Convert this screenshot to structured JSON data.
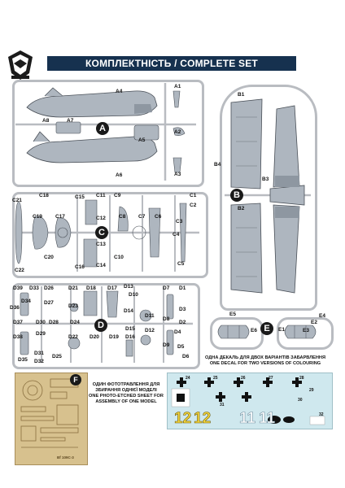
{
  "header": {
    "title": "КОМПЛЕКТНІСТЬ / COMPLETE SET"
  },
  "sprue_a": {
    "badge": "A",
    "labels": [
      "A1",
      "A2",
      "A3",
      "A4",
      "A5",
      "A6",
      "A7",
      "A8"
    ]
  },
  "sprue_b": {
    "badge": "B",
    "labels": [
      "B1",
      "B2",
      "B3",
      "B4"
    ]
  },
  "sprue_c": {
    "badge": "C",
    "labels": [
      "C1",
      "C2",
      "C3",
      "C4",
      "C5",
      "C6",
      "C7",
      "C8",
      "C9",
      "C10",
      "C11",
      "C12",
      "C13",
      "C14",
      "C15",
      "C16",
      "C17",
      "C18",
      "C19",
      "C20",
      "C21",
      "C22"
    ]
  },
  "sprue_d": {
    "badge": "D",
    "labels": [
      "D1",
      "D2",
      "D3",
      "D4",
      "D5",
      "D6",
      "D7",
      "D8",
      "D9",
      "D10",
      "D11",
      "D12",
      "D13",
      "D14",
      "D15",
      "D16",
      "D17",
      "D18",
      "D19",
      "D20",
      "D21",
      "D22",
      "D23",
      "D24",
      "D25",
      "D26",
      "D27",
      "D28",
      "D29",
      "D30",
      "D31",
      "D32",
      "D33",
      "D34",
      "D35",
      "D36",
      "D37",
      "D38",
      "D39"
    ]
  },
  "sprue_e": {
    "badge": "E",
    "labels": [
      "E1",
      "E2",
      "E3",
      "E4",
      "E5",
      "E6"
    ]
  },
  "decal_sheet": {
    "caption_ua": "ОДНА ДЕКАЛЬ ДЛЯ ДВОХ ВАРІАНТІВ ЗАБАРВЛЕННЯ",
    "caption_en": "ONE DECAL FOR TWO VERSIONS OF COLOURING",
    "numbers": [
      "12",
      "12",
      "11",
      "11"
    ],
    "small_numbers": [
      "24",
      "25",
      "26",
      "27",
      "28",
      "29",
      "30",
      "31",
      "32"
    ]
  },
  "photo_etch": {
    "badge": "F",
    "caption_ua_1": "ОДИН ФОТОТРАВЛЕННЯ ДЛЯ",
    "caption_ua_2": "ЗБИРАННЯ ОДНІЄЇ МОДЕЛІ",
    "caption_en_1": "ONE PHOTO-ETCHED SHEET FOR",
    "caption_en_2": "ASSEMBLY OF ONE MODEL",
    "fret_text": "Bf 109C-3"
  },
  "colors": {
    "banner": "#16314f",
    "sprue": "#b9bcc1",
    "part": "#aeb6bf",
    "brass": "#d7c18e",
    "decal_bg": "#cfe8ee",
    "decal_yellow": "#f2d43a"
  }
}
